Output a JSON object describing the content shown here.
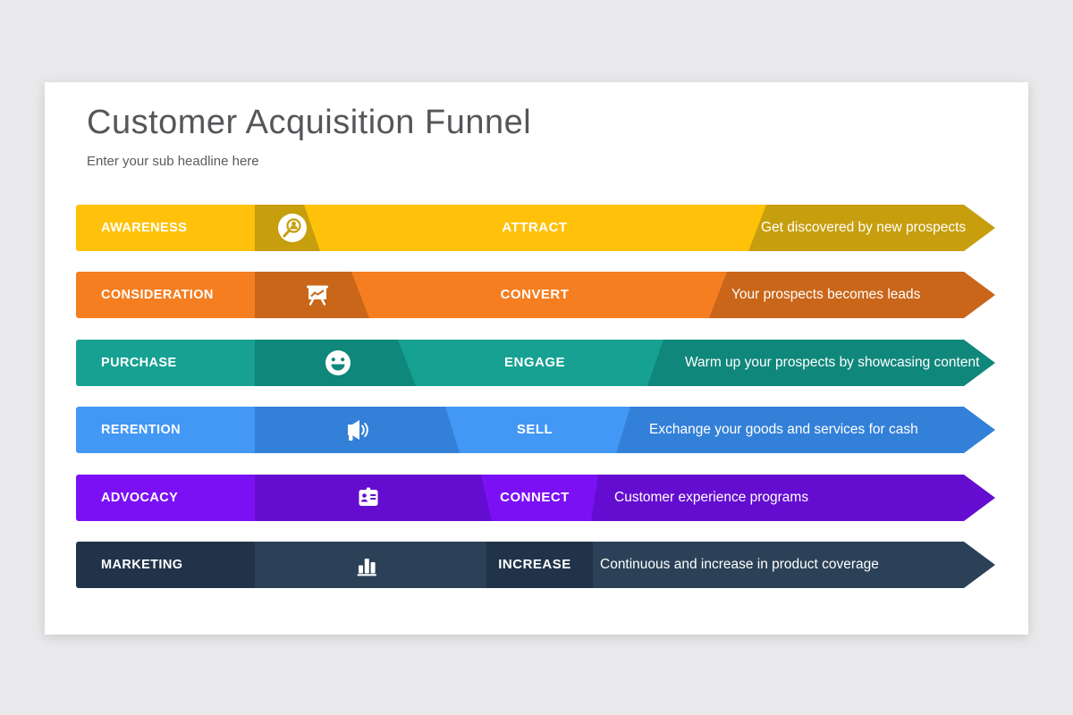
{
  "page": {
    "background": "#e9e9eb",
    "card_background": "#ffffff"
  },
  "header": {
    "title": "Customer Acquisition Funnel",
    "subtitle": "Enter your sub headline here"
  },
  "rows": [
    {
      "stage": "AWARENESS",
      "action": "ATTRACT",
      "description": "Get discovered by new prospects",
      "icon": "search-user-icon",
      "colors": {
        "bright": "#FFC10A",
        "dark": "#C69E0E"
      }
    },
    {
      "stage": "CONSIDERATION",
      "action": "CONVERT",
      "description": "Your prospects becomes leads",
      "icon": "presentation-chart-icon",
      "colors": {
        "bright": "#F57E20",
        "dark": "#C96619"
      }
    },
    {
      "stage": "PURCHASE",
      "action": "ENGAGE",
      "description": "Warm up your prospects by showcasing content",
      "icon": "smiley-icon",
      "colors": {
        "bright": "#17A192",
        "dark": "#10877B"
      }
    },
    {
      "stage": "RERENTION",
      "action": "SELL",
      "description": "Exchange your goods and services for cash",
      "icon": "megaphone-icon",
      "colors": {
        "bright": "#4397F5",
        "dark": "#3380D8"
      }
    },
    {
      "stage": "ADVOCACY",
      "action": "CONNECT",
      "description": "Customer experience programs",
      "icon": "id-badge-icon",
      "colors": {
        "bright": "#7B10F5",
        "dark": "#640DD0"
      }
    },
    {
      "stage": "MARKETING",
      "action": "INCREASE",
      "description": "Continuous and increase in product coverage",
      "icon": "bar-chart-icon",
      "colors": {
        "bright": "#203349",
        "dark": "#2B4157"
      }
    }
  ]
}
